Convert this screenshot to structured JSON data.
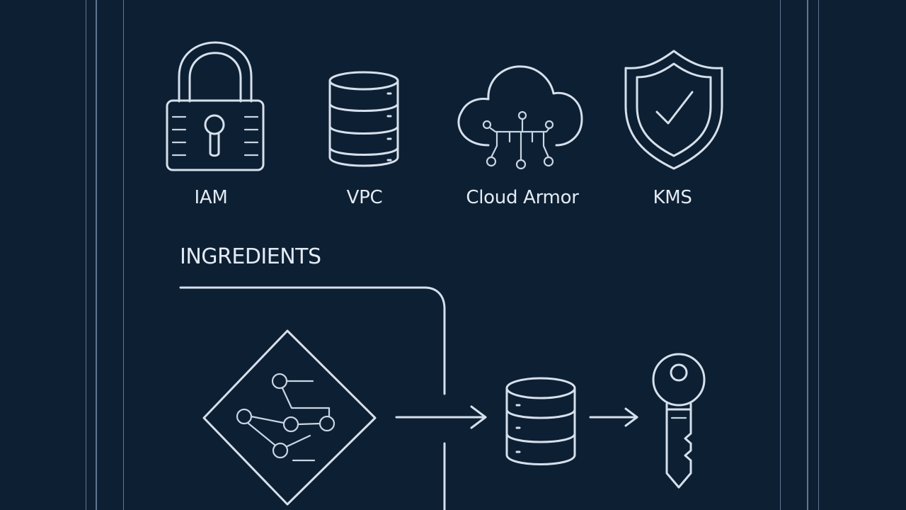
{
  "services": [
    {
      "label": "IAM",
      "icon": "padlock-icon"
    },
    {
      "label": "VPC",
      "icon": "database-icon"
    },
    {
      "label": "Cloud Armor",
      "icon": "cloud-network-icon"
    },
    {
      "label": "KMS",
      "icon": "shield-check-icon"
    }
  ],
  "section": {
    "heading": "INGREDIENTS"
  },
  "flow": {
    "icons": [
      "network-diamond-icon",
      "arrow-right-icon",
      "database-icon",
      "arrow-right-icon",
      "key-icon"
    ]
  },
  "colors": {
    "background": "#0d1f33",
    "stroke": "#d6e0ec",
    "frame": "#6e87a3"
  }
}
